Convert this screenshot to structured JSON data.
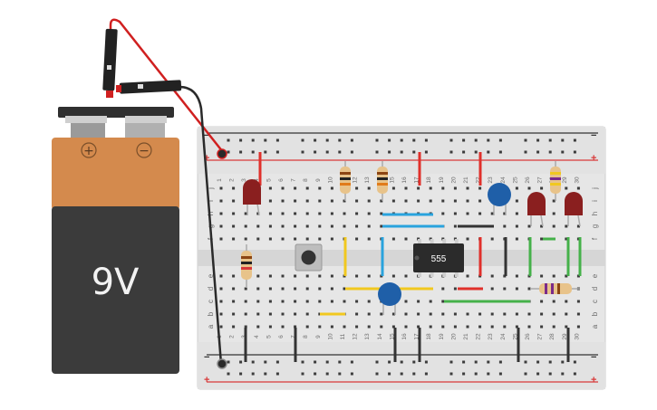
{
  "battery": {
    "label": "9V",
    "plus_symbol": "+",
    "minus_symbol": "−",
    "colors": {
      "top": "#d48a4d",
      "bottom": "#3b3b3b",
      "cap": "#2f2f2f",
      "terminal": "#9a9a9a"
    }
  },
  "breadboard": {
    "rail_plus": "+",
    "rail_minus": "−",
    "row_letters_top": [
      "j",
      "i",
      "h",
      "g",
      "f"
    ],
    "row_letters_bottom": [
      "e",
      "d",
      "c",
      "b",
      "a"
    ],
    "column_numbers": [
      "1",
      "2",
      "3",
      "4",
      "5",
      "6",
      "7",
      "8",
      "9",
      "10",
      "11",
      "12",
      "13",
      "14",
      "15",
      "16",
      "17",
      "18",
      "19",
      "20",
      "21",
      "22",
      "23",
      "24",
      "25",
      "26",
      "27",
      "28",
      "29",
      "30"
    ],
    "colors": {
      "board": "#e4e4e4",
      "rail_red": "#d83a3a",
      "rail_black": "#333333",
      "hole": "#3c3c3c"
    }
  },
  "chip": {
    "label": "555",
    "color": "#2b2b2b"
  },
  "wire_colors": {
    "red": "#e0302b",
    "black": "#333333",
    "blue": "#29a3dd",
    "yellow": "#f1c81f",
    "green": "#45b14a"
  },
  "components": {
    "led_color": "#8a1f1f",
    "capacitor_color": "#1f5fa8",
    "button_color": "#333333"
  }
}
